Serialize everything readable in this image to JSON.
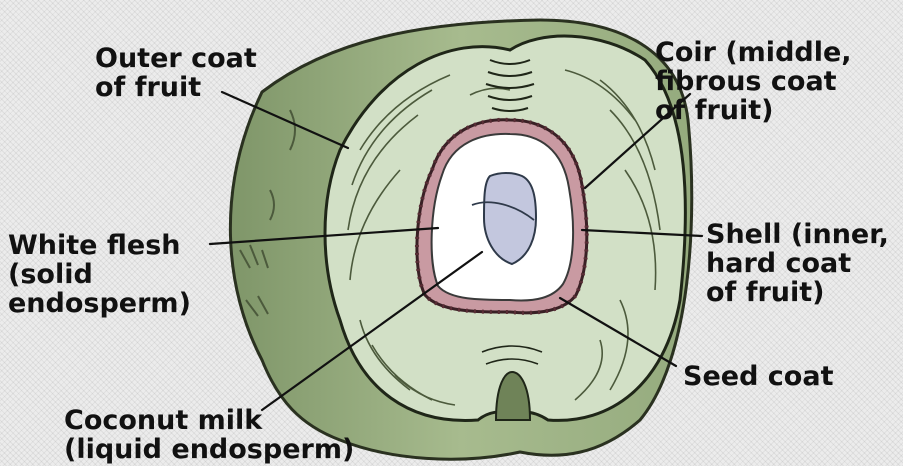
{
  "labels": {
    "outer_coat": [
      "Outer coat",
      "of fruit"
    ],
    "coir": [
      "Coir (middle,",
      "fibrous coat",
      "of fruit)"
    ],
    "white_flesh": [
      "White flesh",
      "(solid",
      "endosperm)"
    ],
    "shell": [
      "Shell (inner,",
      "hard coat",
      "of fruit)"
    ],
    "seed_coat": [
      "Seed coat"
    ],
    "coconut_milk": [
      "Coconut milk",
      "(liquid endosperm)"
    ]
  },
  "colors": {
    "outer_husk": "#9fb487",
    "coir": "#d2e0c6",
    "fibre_lines": "#4c5a3c",
    "seed_coat": "#c99aa2",
    "white_flesh": "#ffffff",
    "coconut_milk": "#c3c7de",
    "label_text": "#111111"
  }
}
